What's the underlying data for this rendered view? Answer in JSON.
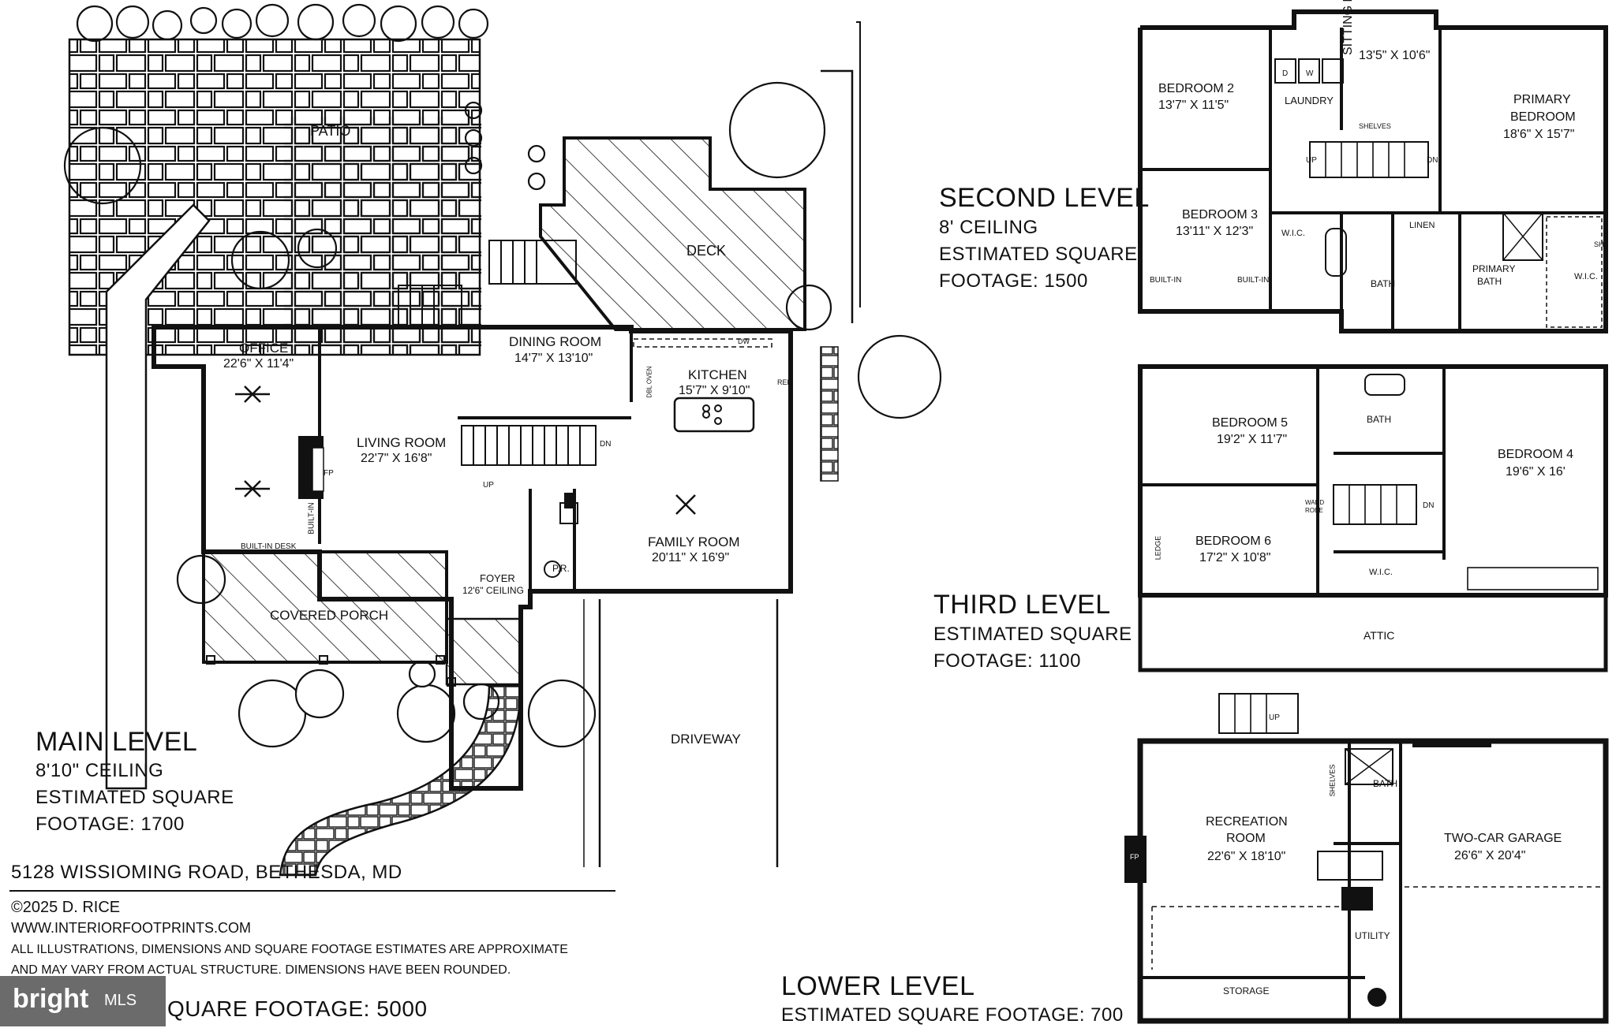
{
  "main_level": {
    "title": "MAIN LEVEL",
    "ceiling": "8'10\" CEILING",
    "est_line": "ESTIMATED SQUARE",
    "footage": "FOOTAGE: 1700",
    "rooms": {
      "patio": "PATIO",
      "deck": "DECK",
      "office": "OFFICE",
      "office_dim": "22'6\" X 11'4\"",
      "dining": "DINING ROOM",
      "dining_dim": "14'7\" X 13'10\"",
      "kitchen": "KITCHEN",
      "kitchen_dim": "15'7\" X 9'10\"",
      "living": "LIVING ROOM",
      "living_dim": "22'7\" X 16'8\"",
      "family": "FAMILY ROOM",
      "family_dim": "20'11\" X 16'9\"",
      "covered_porch": "COVERED PORCH",
      "foyer": "FOYER",
      "foyer_ceiling": "12'6\" CEILING",
      "powder": "P.R.",
      "driveway": "DRIVEWAY",
      "built_in_desk": "BUILT-IN DESK",
      "built_in": "BUILT-IN",
      "fp": "FP",
      "dbl_oven": "DBL OVEN",
      "ref": "REF",
      "dw": "DW",
      "dn": "DN",
      "up": "UP"
    }
  },
  "second_level": {
    "title": "SECOND LEVEL",
    "ceiling": "8' CEILING",
    "est_line": "ESTIMATED SQUARE",
    "footage": "FOOTAGE: 1500",
    "rooms": {
      "bedroom2": "BEDROOM 2",
      "bedroom2_dim": "13'7\" X 11'5\"",
      "laundry": "LAUNDRY",
      "sitting": "SITTING ROOM",
      "sitting_dim": "13'5\" X 10'6\"",
      "primary": "PRIMARY",
      "primary2": "BEDROOM",
      "primary_dim": "18'6\" X 15'7\"",
      "bedroom3": "BEDROOM 3",
      "bedroom3_dim": "13'11\" X 12'3\"",
      "wic": "W.I.C.",
      "bath": "BATH",
      "linen": "LINEN",
      "primary_bath": "PRIMARY",
      "primary_bath2": "BATH",
      "built_in": "BUILT-IN",
      "shelves": "SHELVES",
      "d": "D",
      "w": "W",
      "sh": "SH",
      "up": "UP",
      "dn": "DN"
    }
  },
  "third_level": {
    "title": "THIRD LEVEL",
    "est_line": "ESTIMATED SQUARE",
    "footage": "FOOTAGE: 1100",
    "rooms": {
      "bedroom5": "BEDROOM 5",
      "bedroom5_dim": "19'2\" X 11'7\"",
      "bath": "BATH",
      "bedroom4": "BEDROOM 4",
      "bedroom4_dim": "19'6\" X 16'",
      "bedroom6": "BEDROOM 6",
      "bedroom6_dim": "17'2\" X 10'8\"",
      "wardrobe1": "WARD",
      "wardrobe2": "ROBE",
      "wic": "W.I.C.",
      "ledge": "LEDGE",
      "attic": "ATTIC",
      "dn": "DN"
    }
  },
  "lower_level": {
    "title": "LOWER LEVEL",
    "footage_line": "ESTIMATED SQUARE FOOTAGE: 700",
    "rooms": {
      "recreation": "RECREATION",
      "recreation2": "ROOM",
      "recreation_dim": "22'6\" X 18'10\"",
      "bath": "BATH",
      "shelves": "SHELVES",
      "garage": "TWO-CAR GARAGE",
      "garage_dim": "26'6\" X 20'4\"",
      "utility": "UTILITY",
      "storage": "STORAGE",
      "fp": "FP",
      "up": "UP"
    }
  },
  "footer": {
    "address": "5128 WISSIOMING ROAD, BETHESDA, MD",
    "copyright": "©2025 D. RICE",
    "website": "WWW.INTERIORFOOTPRINTS.COM",
    "disclaimer1": "ALL ILLUSTRATIONS, DIMENSIONS AND SQUARE FOOTAGE ESTIMATES ARE APPROXIMATE",
    "disclaimer2": "AND MAY VARY FROM ACTUAL STRUCTURE. DIMENSIONS HAVE BEEN ROUNDED.",
    "total": "QUARE FOOTAGE: 5000"
  },
  "watermark": {
    "brand": "bright",
    "mls": "MLS"
  }
}
